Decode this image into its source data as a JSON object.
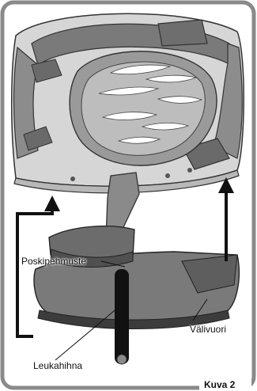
{
  "figure": {
    "caption": "Kuva 2"
  },
  "labels": {
    "cheek_pad": "Poskipehmuste",
    "liner": "Välivuori",
    "chin_strap": "Leukahihna"
  }
}
